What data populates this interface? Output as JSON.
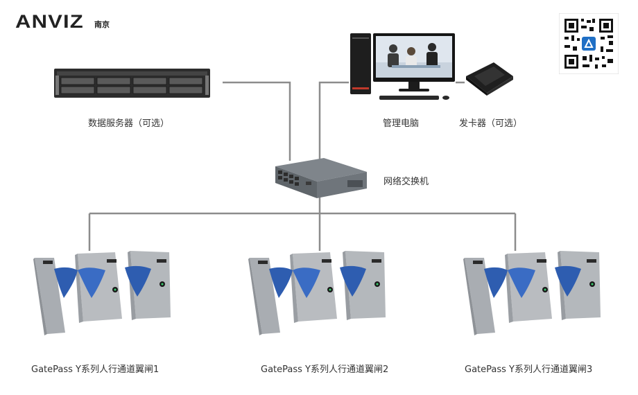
{
  "brand": {
    "logo_text": "ANVIZ",
    "city": "南京"
  },
  "nodes": {
    "server": "数据服务器（可选）",
    "pc": "管理电脑",
    "card_issuer": "发卡器（可选）",
    "switch": "网络交换机"
  },
  "gates": [
    {
      "label": "GatePass Y系列人行通道翼闸1"
    },
    {
      "label": "GatePass Y系列人行通道翼闸2"
    },
    {
      "label": "GatePass Y系列人行通道翼闸3"
    }
  ],
  "colors": {
    "line": "#8c8c8c",
    "flap": "#2e5db0",
    "steel": "#b9bcc0",
    "device_dark": "#2b2b2b"
  },
  "qr": {
    "icon": "app-logo-icon"
  }
}
